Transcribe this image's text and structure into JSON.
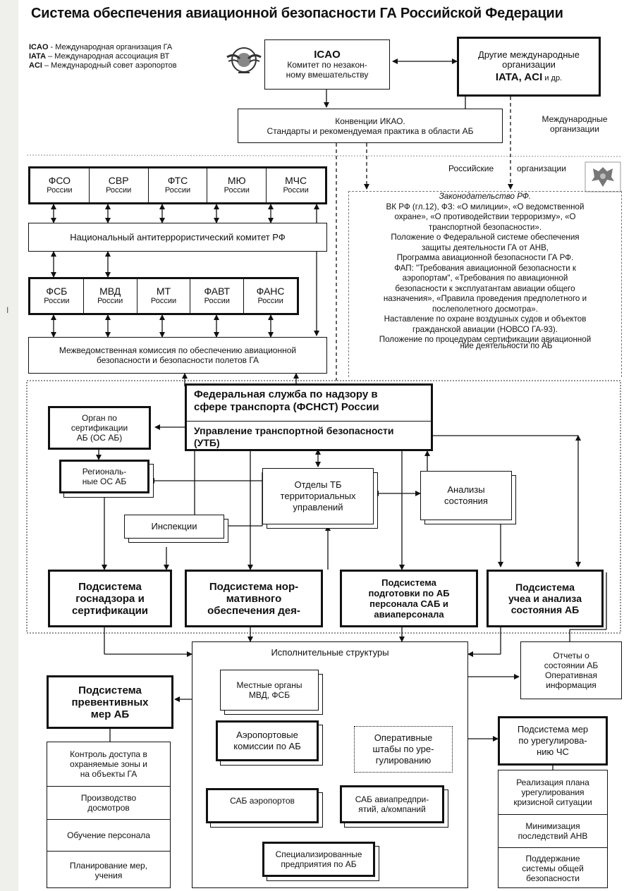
{
  "title": "Система обеспечения авиационной безопасности  ГА  Российской Федерации",
  "legend": [
    {
      "abbr": "ICAO",
      "text": " - Международная организация  ГА"
    },
    {
      "abbr": "IATA",
      "text": " – Международная ассоциация ВТ"
    },
    {
      "abbr": "ACI",
      "text": "  – Международный совет аэропортов"
    }
  ],
  "icao_box": {
    "title": "ICAO",
    "line1": "Комитет по незакон-",
    "line2": "ному вмешательству"
  },
  "other_orgs": {
    "line1": "Другие международные",
    "line2": "организации",
    "line3": "IATA, ACI",
    "line3_suffix": " и др."
  },
  "conventions": {
    "line1": "Конвенции ИКАО.",
    "line2": "Стандарты и рекомендуемая практика в области АБ"
  },
  "intl_label": {
    "line1": "Международные",
    "line2": "организации"
  },
  "russian_label": "Российские",
  "orgs_label": "организации",
  "top_agencies": [
    {
      "name": "ФСО",
      "country": "России"
    },
    {
      "name": "СВР",
      "country": "России"
    },
    {
      "name": "ФТС",
      "country": "России"
    },
    {
      "name": "МЮ",
      "country": "России"
    },
    {
      "name": "МЧС",
      "country": "России"
    }
  ],
  "nak": "Национальный антитеррористический комитет РФ",
  "mid_agencies": [
    {
      "name": "ФСБ",
      "country": "России"
    },
    {
      "name": "МВД",
      "country": "России"
    },
    {
      "name": "МТ",
      "country": "России"
    },
    {
      "name": "ФАВТ",
      "country": "России"
    },
    {
      "name": "ФАНС",
      "country": "России"
    }
  ],
  "commission": {
    "line1": "Межведомственная комиссия по обеспечению авиационной",
    "line2": "безопасности и безопасности полетов ГА"
  },
  "legislation": [
    "Законодательство РФ.",
    "ВК РФ (гл.12), ФЗ: «О милиции», «О ведомственной",
    "охране», «О противодействии терроризму», «О",
    "транспортной безопасности».",
    "Положение о Федеральной системе обеспечения",
    "защиты деятельности ГА от АНВ,",
    "Программа авиационной безопасности ГА РФ.",
    "ФАП: \"Требования авиационной безопасности к",
    "аэропортам\", «Требования по авиационной",
    "безопасности к эксплуатантам авиации общего",
    "назначения», «Правила проведения предполетного и",
    "послеполетного досмотра».",
    "Наставление по охране воздушных судов и объектов",
    "гражданской авиации (НОВСО ГА-93).",
    "Положение по процедурам сертификации авиационной",
    "ние деятельности по АБ"
  ],
  "fsnst": {
    "line1": "Федеральная  служба  по  надзору  в",
    "line2": "сфере  транспорта  (ФСНСТ)  России"
  },
  "utb": {
    "line1": "Управление транспортной безопасности",
    "line2": "(УТБ)"
  },
  "os_ab": {
    "line1": "Орган по",
    "line2": "сертификации",
    "line3": "АБ (ОС АБ)"
  },
  "regional": {
    "line1": "Региональ-",
    "line2": "ные ОС АБ"
  },
  "otdely": {
    "line1": "Отделы ТБ",
    "line2": "территориальных",
    "line3": "управлений"
  },
  "analizy": {
    "line1": "Анализы",
    "line2": "состояния"
  },
  "inspekcii": "Инспекции",
  "subsystems": [
    {
      "line1": "Подсистема",
      "line2": "госнадзора и",
      "line3": "сертификации"
    },
    {
      "line1": "Подсистема нор-",
      "line2": "мативного",
      "line3": "обеспечения дея-"
    },
    {
      "line1": "Подсистема",
      "line2": "подготовки по АБ",
      "line3": "персонала САБ и",
      "line4": "авиаперсонала"
    },
    {
      "line1": "Подсистема",
      "line2": "учеа и  анализа",
      "line3": "состояния АБ"
    }
  ],
  "ispolnit": "Исполнительные структуры",
  "reports": {
    "line1": "Отчеты о",
    "line2": "состоянии АБ",
    "line3": "Оперативная",
    "line4": "информация"
  },
  "preventive": {
    "line1": "Подсистема",
    "line2": "превентивных",
    "line3": "мер АБ"
  },
  "preventive_list": [
    {
      "line1": "Контроль доступа в",
      "line2": "охраняемые зоны и",
      "line3": "на объекты ГА"
    },
    {
      "line1": "Производство",
      "line2": "досмотров"
    },
    {
      "line1": "Обучение персонала"
    },
    {
      "line1": "Планирование мер,",
      "line2": "учения"
    }
  ],
  "mestnye": {
    "line1": "Местные органы",
    "line2": "МВД, ФСБ"
  },
  "aeroport_kom": {
    "line1": "Аэропортовые",
    "line2": "комиссии по АБ"
  },
  "shtaby": {
    "line1": "Оперативные",
    "line2": "штабы по уре-",
    "line3": "гулированию"
  },
  "sab_aero": "САБ аэропортов",
  "sab_avia": {
    "line1": "САБ авиапредпри-",
    "line2": "ятий, а/компаний"
  },
  "specialized": {
    "line1": "Специализированные",
    "line2": "предприятия по АБ"
  },
  "chs": {
    "line1": "Подсистема мер",
    "line2": "по урегулирова-",
    "line3": "нию ЧС"
  },
  "chs_list": [
    {
      "line1": "Реализация плана",
      "line2": "урегулирования",
      "line3": "кризисной ситуации"
    },
    {
      "line1": "Минимизация",
      "line2": "последствий АНВ"
    },
    {
      "line1": "Поддержание",
      "line2": "системы общей",
      "line3": "безопасности"
    }
  ],
  "strip_mark": "I"
}
